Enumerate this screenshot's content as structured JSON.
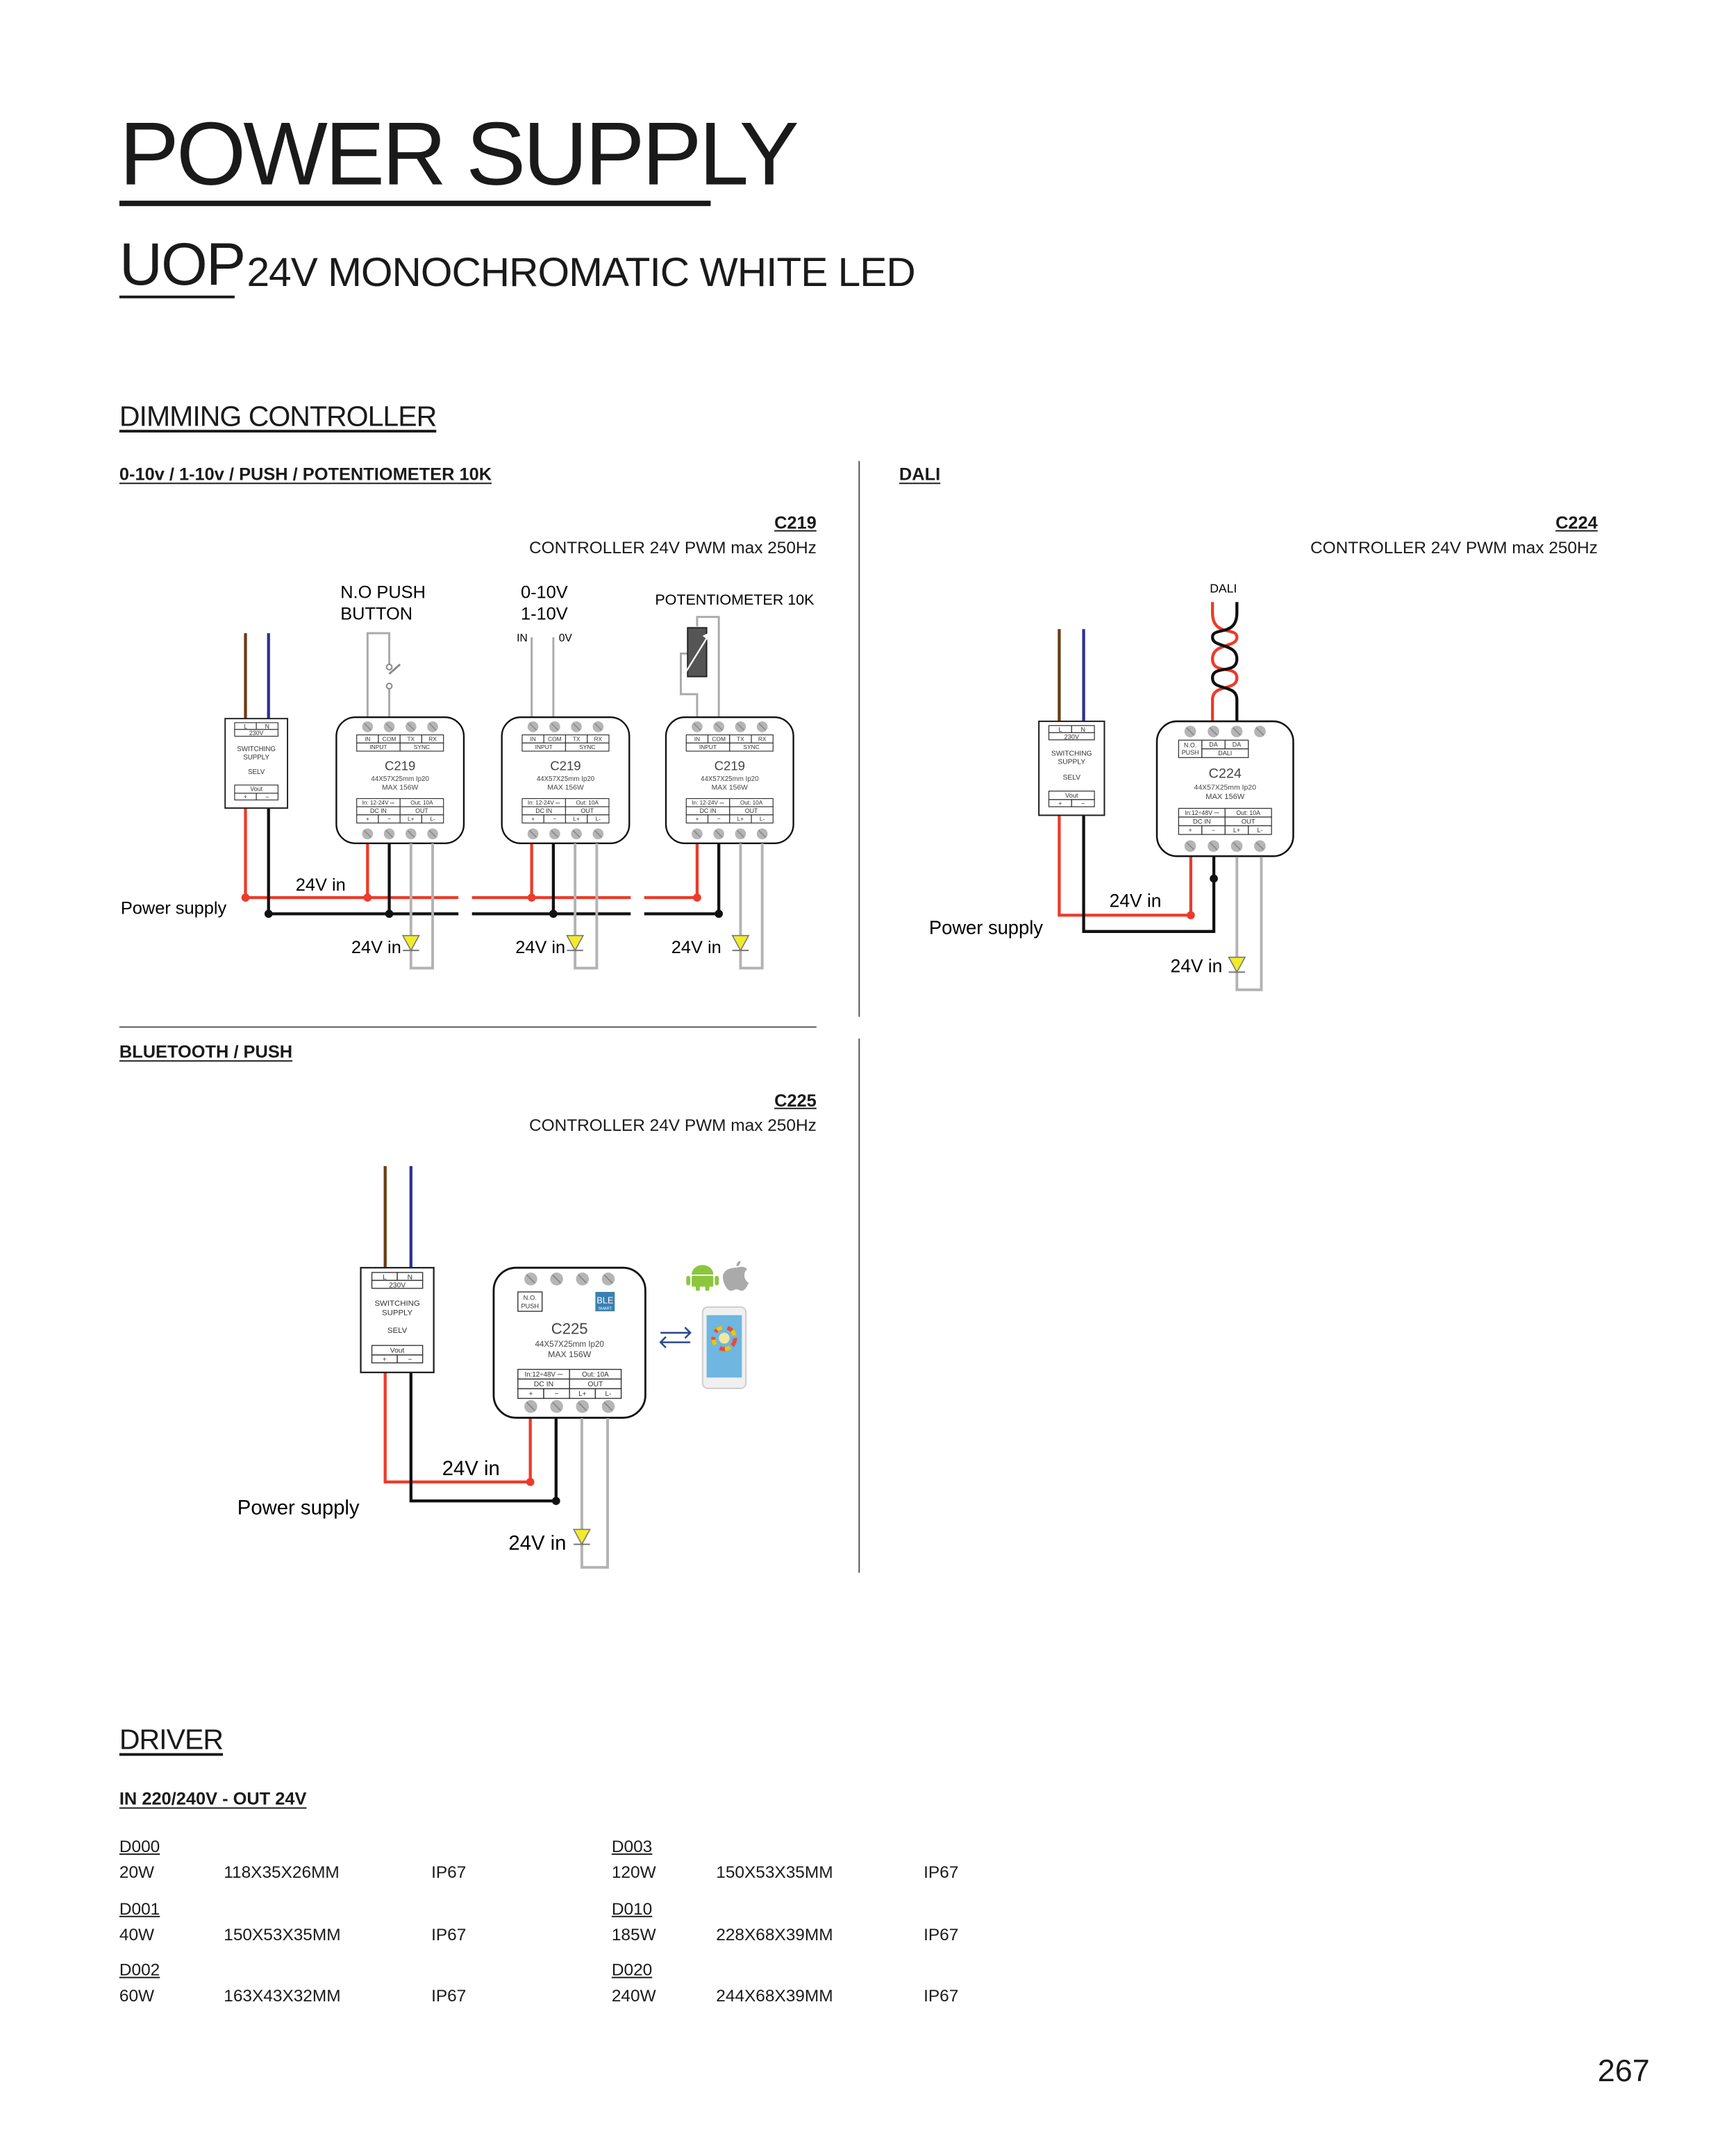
{
  "header": {
    "title": "POWER SUPPLY",
    "series": "UOP",
    "subtitle": "24V MONOCHROMATIC WHITE LED"
  },
  "dimming": {
    "title": "DIMMING CONTROLLER",
    "analog": {
      "heading": "0-10v / 1-10v / PUSH / POTENTIOMETER 10K",
      "code": "C219",
      "description": "CONTROLLER 24V PWM max 250Hz",
      "push_label": [
        "N.O PUSH",
        "BUTTON"
      ],
      "analog_label": [
        "0-10V",
        "1-10V"
      ],
      "in_label": "IN",
      "zero_label": "0V",
      "pot_label": "POTENTIOMETER 10K"
    },
    "dali": {
      "heading": "DALI",
      "code": "C224",
      "description": "CONTROLLER 24V PWM max 250Hz",
      "bus_label": "DALI"
    },
    "bluetooth": {
      "heading": "BLUETOOTH / PUSH",
      "code": "C225",
      "description": "CONTROLLER 24V PWM max 250Hz"
    },
    "power_supply_label": "Power supply",
    "in24_label": "24V in"
  },
  "supply": {
    "l": "L",
    "n": "N",
    "voltage": "230V",
    "line1": "SWITCHING",
    "line2": "SUPPLY",
    "selv": "SELV",
    "vout": "Vout",
    "plus": "+",
    "minus": "−"
  },
  "modules": {
    "c219": {
      "name": "C219",
      "dims": "44X57X25mm Ip20",
      "max": "MAX 156W",
      "top": [
        "IN",
        "COM",
        "TX",
        "RX"
      ],
      "top2": [
        "INPUT",
        "SYNC"
      ],
      "in": "In: 12-24V ⎓",
      "out": "Out: 10A",
      "dc": "DC IN",
      "outl": "OUT",
      "terms": [
        "+",
        "−",
        "L+",
        "L-"
      ]
    },
    "c224": {
      "name": "C224",
      "dims": "44X57X25mm Ip20",
      "max": "MAX 156W",
      "push": [
        "N.O.",
        "PUSH"
      ],
      "top": [
        "DA",
        "DA"
      ],
      "top2": "DALI",
      "in": "In:12÷48V ⎓",
      "out": "Out: 10A",
      "dc": "DC IN",
      "outl": "OUT",
      "terms": [
        "+",
        "−",
        "L+",
        "L-"
      ]
    },
    "c225": {
      "name": "C225",
      "dims": "44X57X25mm Ip20",
      "max": "MAX 156W",
      "push": [
        "N.O.",
        "PUSH"
      ],
      "ble": "BLE",
      "smart": "SMART",
      "in": "In:12÷48V ⎓",
      "out": "Out: 10A",
      "dc": "DC IN",
      "outl": "OUT",
      "terms": [
        "+",
        "−",
        "L+",
        "L-"
      ]
    }
  },
  "colors": {
    "red": "#ee3a2a",
    "brown": "#6b3d14",
    "blue": "#2e3192",
    "grey": "#b3b3b3",
    "led": "#f2ea2c",
    "android": "#8cc63f",
    "ble": "#3a7fb0"
  },
  "driver": {
    "title": "DRIVER",
    "heading": "IN 220/240V - OUT 24V",
    "items": [
      {
        "code": "D000",
        "power": "20W",
        "size": "118X35X26MM",
        "ip": "IP67"
      },
      {
        "code": "D001",
        "power": "40W",
        "size": "150X53X35MM",
        "ip": "IP67"
      },
      {
        "code": "D002",
        "power": "60W",
        "size": "163X43X32MM",
        "ip": "IP67"
      },
      {
        "code": "D003",
        "power": "120W",
        "size": "150X53X35MM",
        "ip": "IP67"
      },
      {
        "code": "D010",
        "power": "185W",
        "size": "228X68X39MM",
        "ip": "IP67"
      },
      {
        "code": "D020",
        "power": "240W",
        "size": "244X68X39MM",
        "ip": "IP67"
      }
    ]
  },
  "page_number": "267"
}
